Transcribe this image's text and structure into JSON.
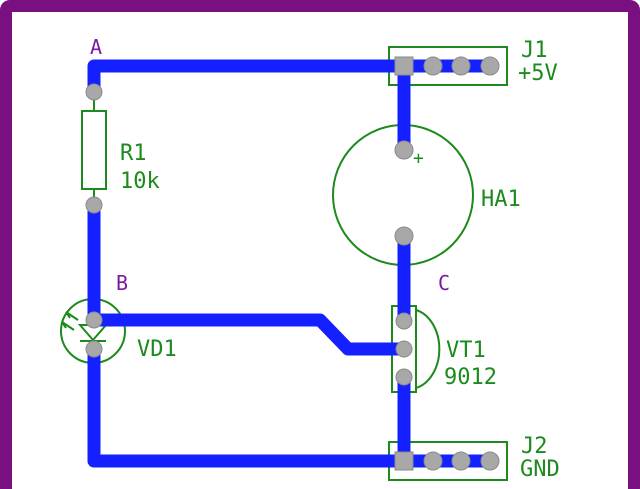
{
  "board": {
    "border_color": "#7a0f7f",
    "trace_color": "#1420ff",
    "silk_color": "#1c8a1c",
    "node_label_color": "#7a1aa0",
    "pad_color": "#a8a8a8"
  },
  "nodes": {
    "a": "A",
    "b": "B",
    "c": "C"
  },
  "components": {
    "r1": {
      "ref": "R1",
      "value": "10k"
    },
    "ha1": {
      "ref": "HA1",
      "polarity": "+"
    },
    "vd1": {
      "ref": "VD1"
    },
    "vt1": {
      "ref": "VT1",
      "value": "9012"
    },
    "j1": {
      "ref": "J1",
      "value": "+5V"
    },
    "j2": {
      "ref": "J2",
      "value": "GND"
    }
  }
}
